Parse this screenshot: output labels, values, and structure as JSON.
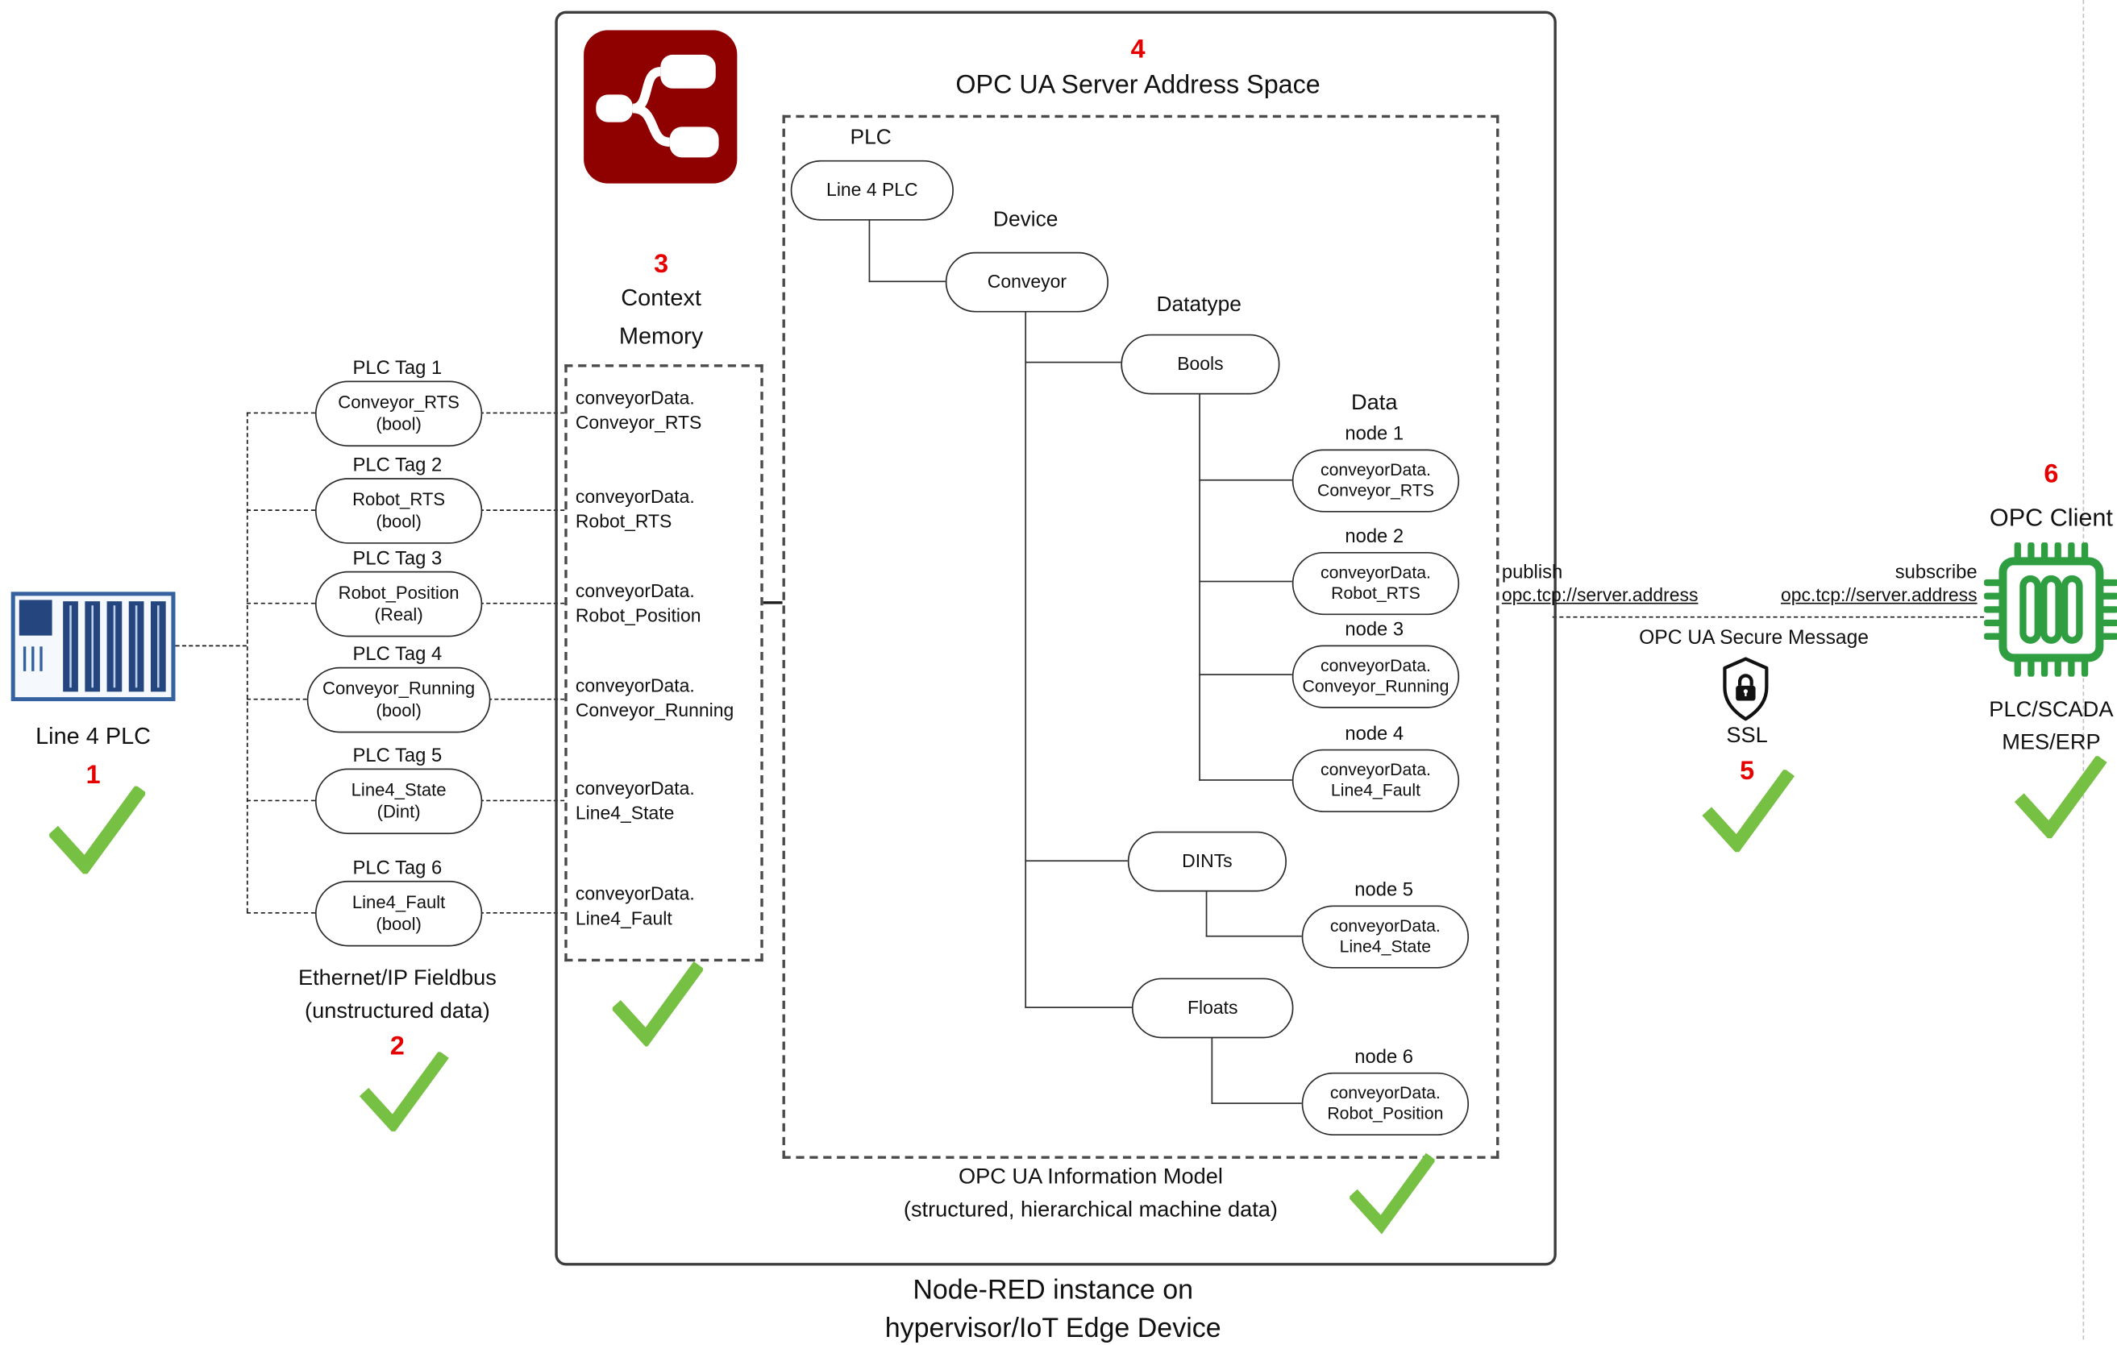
{
  "colors": {
    "accent_red": "#e60000",
    "check_green": "#76c043",
    "nodered_maroon": "#8f0000",
    "chip_green": "#2f9e41",
    "plc_blue": "#35619e",
    "plc_blue_dark": "#24457e"
  },
  "plc": {
    "step": "1",
    "label": "Line 4 PLC"
  },
  "fieldbus": {
    "step": "2",
    "line1": "Ethernet/IP Fieldbus",
    "line2": "(unstructured data)"
  },
  "tags": [
    {
      "title": "PLC Tag 1",
      "name": "Conveyor_RTS",
      "type": "(bool)"
    },
    {
      "title": "PLC Tag 2",
      "name": "Robot_RTS",
      "type": "(bool)"
    },
    {
      "title": "PLC Tag 3",
      "name": "Robot_Position",
      "type": "(Real)"
    },
    {
      "title": "PLC Tag 4",
      "name": "Conveyor_Running",
      "type": "(bool)"
    },
    {
      "title": "PLC Tag 5",
      "name": "Line4_State",
      "type": "(Dint)"
    },
    {
      "title": "PLC Tag 6",
      "name": "Line4_Fault",
      "type": "(bool)"
    }
  ],
  "context_memory": {
    "step": "3",
    "title_line1": "Context",
    "title_line2": "Memory",
    "items": [
      {
        "line1": "conveyorData.",
        "line2": "Conveyor_RTS"
      },
      {
        "line1": "conveyorData.",
        "line2": "Robot_RTS"
      },
      {
        "line1": "conveyorData.",
        "line2": "Robot_Position"
      },
      {
        "line1": "conveyorData.",
        "line2": "Conveyor_Running"
      },
      {
        "line1": "conveyorData.",
        "line2": "Line4_State"
      },
      {
        "line1": "conveyorData.",
        "line2": "Line4_Fault"
      }
    ]
  },
  "address_space": {
    "step": "4",
    "title": "OPC UA Server Address Space",
    "groups": {
      "plc": "PLC",
      "device": "Device",
      "datatype": "Datatype",
      "data": "Data"
    },
    "plc_node": "Line 4 PLC",
    "device_node": "Conveyor",
    "datatype_nodes": {
      "bools": "Bools",
      "dints": "DINTs",
      "floats": "Floats"
    },
    "data_nodes": [
      {
        "label": "node 1",
        "line1": "conveyorData.",
        "line2": "Conveyor_RTS"
      },
      {
        "label": "node 2",
        "line1": "conveyorData.",
        "line2": "Robot_RTS"
      },
      {
        "label": "node 3",
        "line1": "conveyorData.",
        "line2": "Conveyor_Running"
      },
      {
        "label": "node 4",
        "line1": "conveyorData.",
        "line2": "Line4_Fault"
      },
      {
        "label": "node 5",
        "line1": "conveyorData.",
        "line2": "Line4_State"
      },
      {
        "label": "node 6",
        "line1": "conveyorData.",
        "line2": "Robot_Position"
      }
    ],
    "footer_line1": "OPC UA Information Model",
    "footer_line2": "(structured, hierarchical machine data)"
  },
  "nodered": {
    "caption_line1": "Node-RED instance on",
    "caption_line2": "hypervisor/IoT Edge Device"
  },
  "transport": {
    "publish_label": "publish",
    "publish_address": "opc.tcp://server.address",
    "subscribe_label": "subscribe",
    "subscribe_address": "opc.tcp://server.address",
    "secure_title": "OPC UA Secure Message",
    "ssl_label": "SSL",
    "step": "5"
  },
  "client": {
    "step": "6",
    "title": "OPC Client",
    "line1": "PLC/SCADA",
    "line2": "MES/ERP",
    "step1_check": ""
  }
}
